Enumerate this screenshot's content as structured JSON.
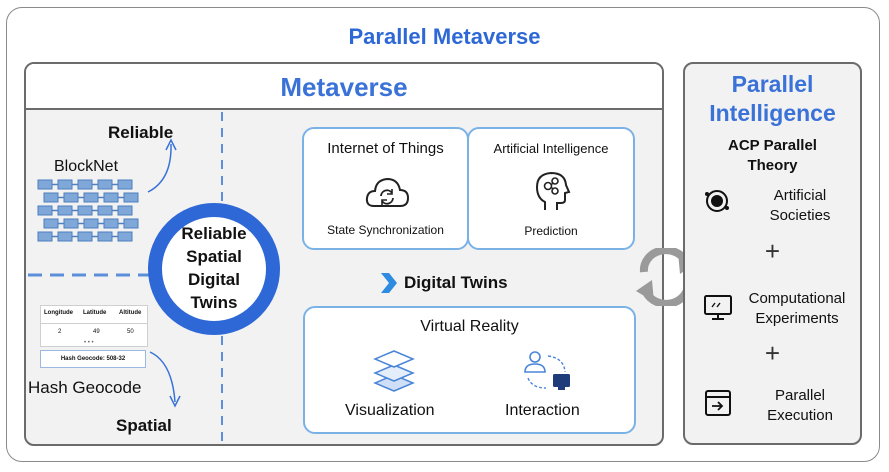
{
  "title": "Parallel Metaverse",
  "metaverse": {
    "title": "Metaverse",
    "left": {
      "reliable_label": "Reliable",
      "blocknet_label": "BlockNet",
      "spatial_label": "Spatial",
      "hash_geocode_label": "Hash Geocode",
      "table": {
        "headers": [
          "Longitude",
          "Latitude",
          "Altitude"
        ],
        "row": [
          "2",
          "49",
          "50"
        ],
        "ellipsis": "• • •",
        "geocode_line": "Hash Geocode:  508-32"
      },
      "circle_lines": [
        "Reliable",
        "Spatial",
        "Digital",
        "Twins"
      ]
    },
    "iot": {
      "title": "Internet of Things",
      "item": "State Synchronization"
    },
    "ai": {
      "title": "Artificial Intelligence",
      "item": "Prediction"
    },
    "digital_twins": "Digital Twins",
    "vr": {
      "title": "Virtual Reality",
      "items": [
        "Visualization",
        "Interaction"
      ]
    }
  },
  "parallel_intelligence": {
    "title_lines": [
      "Parallel",
      "Intelligence"
    ],
    "theory_lines": [
      "ACP Parallel",
      "Theory"
    ],
    "items": [
      {
        "lines": [
          "Artificial",
          "Societies"
        ],
        "icon": "target-icon"
      },
      {
        "lines": [
          "Computational",
          "Experiments"
        ],
        "icon": "monitor-icon"
      },
      {
        "lines": [
          "Parallel",
          "Execution"
        ],
        "icon": "execution-icon"
      }
    ],
    "plus": "+"
  },
  "colors": {
    "accent": "#3a72d8",
    "box_border": "#7bb2e6",
    "panel": "#f2f2f2"
  }
}
